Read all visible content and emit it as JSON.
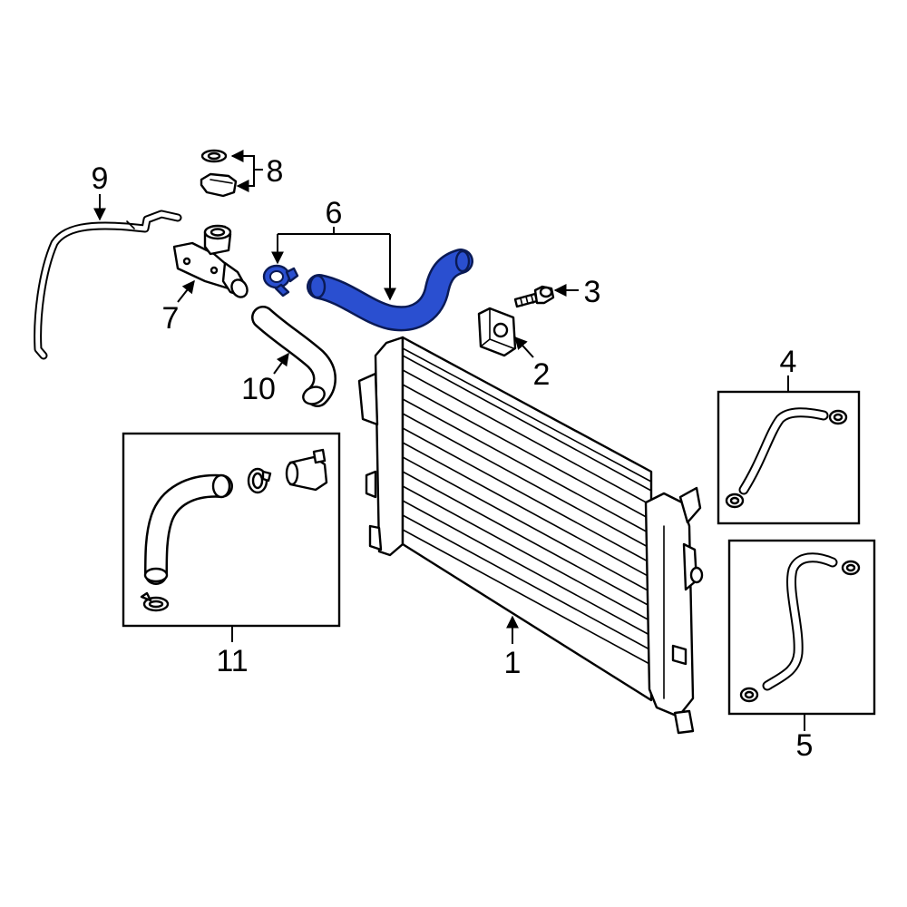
{
  "callouts": [
    "1",
    "2",
    "3",
    "4",
    "5",
    "6",
    "7",
    "8",
    "9",
    "10",
    "11"
  ],
  "highlight_color": "#2a4fd0"
}
